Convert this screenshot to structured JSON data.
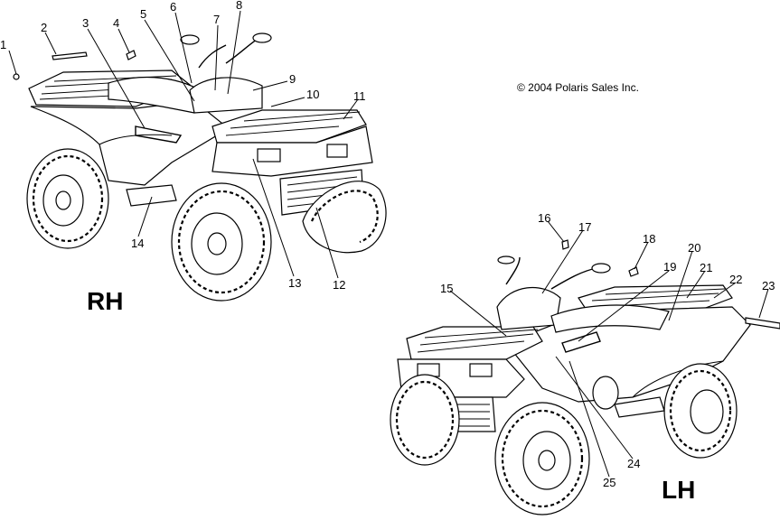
{
  "copyright": "© 2004 Polaris Sales Inc.",
  "views": {
    "right": {
      "label": "RH"
    },
    "left": {
      "label": "LH"
    }
  },
  "callouts": [
    "1",
    "2",
    "3",
    "4",
    "5",
    "6",
    "7",
    "8",
    "9",
    "10",
    "11",
    "12",
    "13",
    "14",
    "15",
    "16",
    "17",
    "18",
    "19",
    "20",
    "21",
    "22",
    "23",
    "24",
    "25"
  ]
}
